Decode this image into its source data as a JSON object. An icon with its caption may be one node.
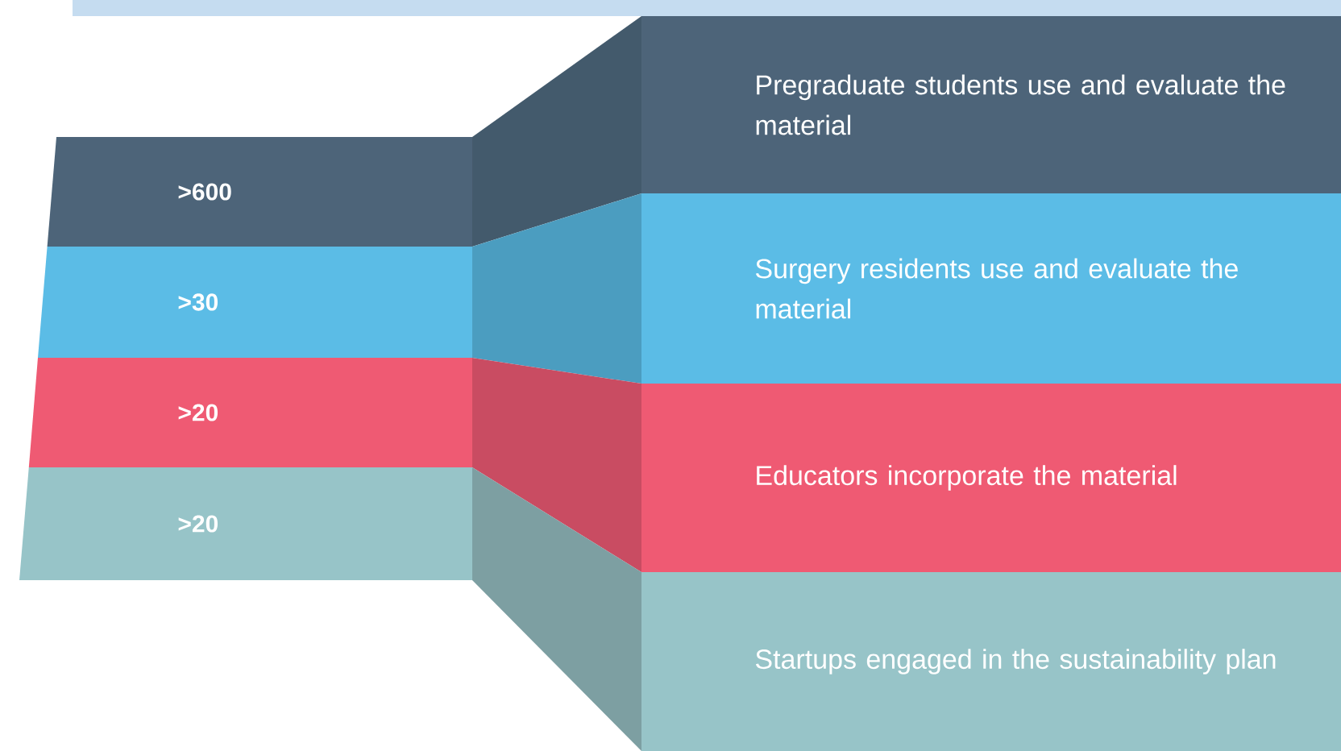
{
  "diagram": {
    "nodes": [
      {
        "text": [
          ">600"
        ]
      },
      {
        "text": [
          ">30"
        ]
      },
      {
        "text": [
          ">20"
        ]
      },
      {
        "text": [
          ">20"
        ]
      },
      {
        "text": [
          "Pregraduate students use and evaluate the material"
        ]
      },
      {
        "text": [
          "Surgery residents use and evaluate the material"
        ]
      },
      {
        "text": [
          "Educators incorporate the material"
        ]
      },
      {
        "text": [
          "Startups engaged in the sustainability plan"
        ]
      }
    ]
  }
}
